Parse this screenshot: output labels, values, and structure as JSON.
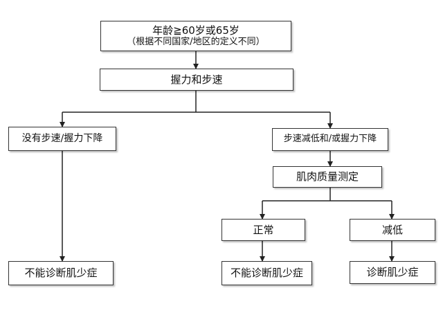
{
  "nodes": {
    "age": {
      "line1": "年龄≧60岁或65岁",
      "line2": "（根据不同国家/地区的定义不同）"
    },
    "grip_speed": "握力和步速",
    "no_decline": "没有步速/握力下降",
    "decline": "步速减低和/或握力下降",
    "muscle_mass": "肌肉质量测定",
    "normal": "正常",
    "reduced": "减低",
    "not_diagnosed_left": "不能诊断肌少症",
    "not_diagnosed_mid": "不能诊断肌少症",
    "diagnosed": "诊断肌少症"
  },
  "colors": {
    "line": "#222222",
    "border": "#333333",
    "background": "#ffffff"
  }
}
